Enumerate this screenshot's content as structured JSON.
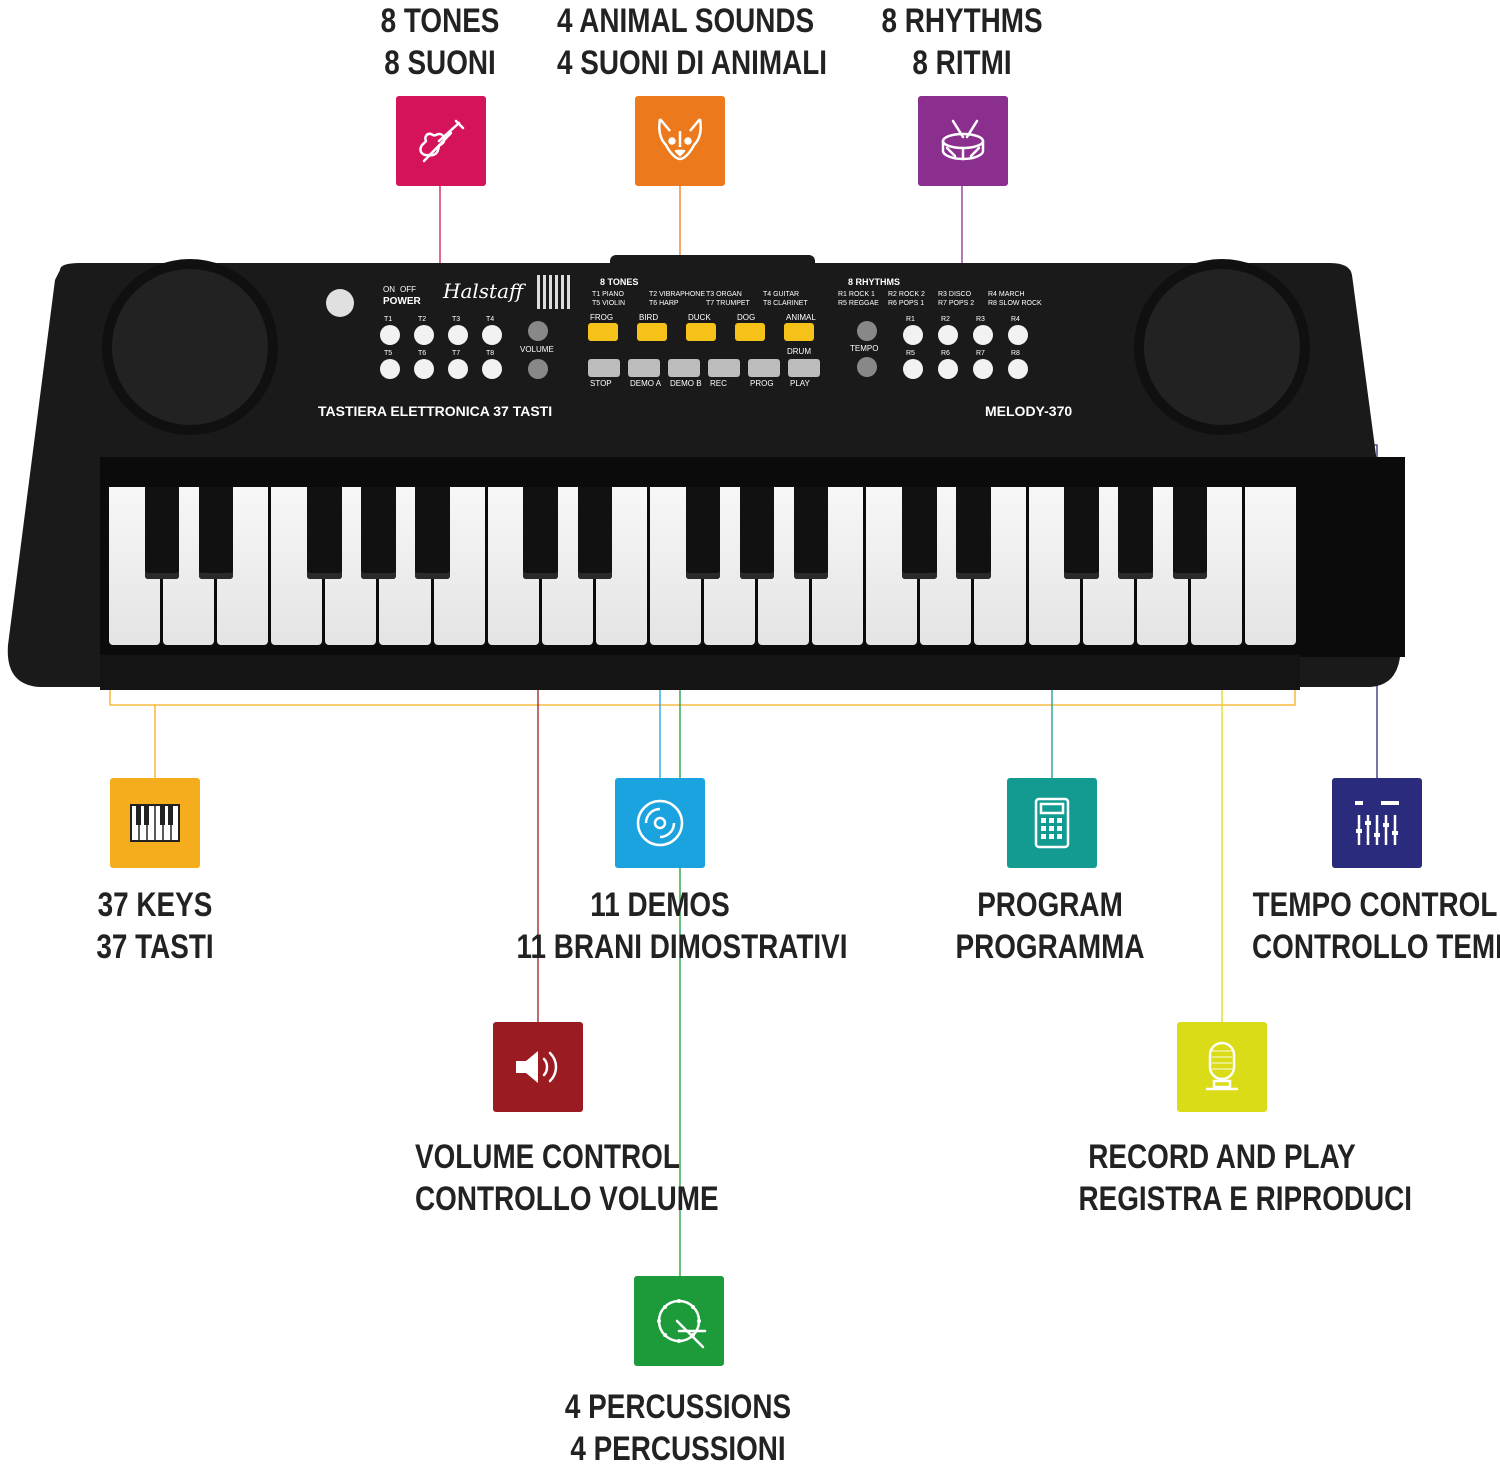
{
  "features_top": [
    {
      "line1": "8 TONES",
      "line2": "8 SUONI",
      "icon": "violin-icon",
      "color": "#d4135b"
    },
    {
      "line1": "4 ANIMAL SOUNDS",
      "line2": "4 SUONI DI ANIMALI",
      "icon": "dog-icon",
      "color": "#ec7a1c"
    },
    {
      "line1": "8 RHYTHMS",
      "line2": "8 RITMI",
      "icon": "drum-icon",
      "color": "#8b2f8f"
    }
  ],
  "features_bottom": [
    {
      "line1": "37 KEYS",
      "line2": "37 TASTI",
      "icon": "piano-keys-icon",
      "color": "#f5ad1e"
    },
    {
      "line1": "11 DEMOS",
      "line2": "11 BRANI DIMOSTRATIVI",
      "icon": "disc-icon",
      "color": "#1ba3e0"
    },
    {
      "line1": "PROGRAM",
      "line2": "PROGRAMMA",
      "icon": "calculator-icon",
      "color": "#139b92"
    },
    {
      "line1": "TEMPO CONTROL",
      "line2": "CONTROLLO TEMPO",
      "icon": "mixer-icon",
      "color": "#2a2b7c"
    },
    {
      "line1": "VOLUME CONTROL",
      "line2": "CONTROLLO VOLUME",
      "icon": "speaker-icon",
      "color": "#9b1b22"
    },
    {
      "line1": "RECORD AND PLAY",
      "line2": "REGISTRA E RIPRODUCI",
      "icon": "microphone-icon",
      "color": "#d9dc17"
    },
    {
      "line1": "4 PERCUSSIONS",
      "line2": "4 PERCUSSIONI",
      "icon": "snare-drum-icon",
      "color": "#1d9a3a"
    }
  ],
  "keyboard": {
    "brand": "Halstaff",
    "power_label": "POWER",
    "on_label": "ON",
    "off_label": "OFF",
    "model": "MELODY-370",
    "title": "TASTIERA ELETTRONICA 37 TASTI",
    "volume_label": "VOLUME",
    "tempo_label": "TEMPO",
    "tones_header": "8 TONES",
    "rhythms_header": "8 RHYTHMS",
    "tones": [
      "T1 PIANO",
      "T2 VIBRAPHONE",
      "T3 ORGAN",
      "T4 GUITAR",
      "T5 VIOLIN",
      "T6 HARP",
      "T7 TRUMPET",
      "T8 CLARINET"
    ],
    "rhythms": [
      "R1 ROCK 1",
      "R2 ROCK 2",
      "R3 DISCO",
      "R4 MARCH",
      "R5 REGGAE",
      "R6 POPS 1",
      "R7 POPS 2",
      "R8 SLOW ROCK"
    ],
    "tone_buttons": [
      "T1",
      "T2",
      "T3",
      "T4",
      "T5",
      "T6",
      "T7",
      "T8"
    ],
    "rhythm_buttons": [
      "R1",
      "R2",
      "R3",
      "R4",
      "R5",
      "R6",
      "R7",
      "R8"
    ],
    "animal_buttons": [
      "FROG",
      "BIRD",
      "DUCK",
      "DOG",
      "ANIMAL"
    ],
    "drum_label": "DRUM",
    "function_buttons": [
      "STOP",
      "DEMO A",
      "DEMO B",
      "REC",
      "PROG",
      "PLAY"
    ],
    "white_key_count": 22,
    "key_count": 37
  }
}
